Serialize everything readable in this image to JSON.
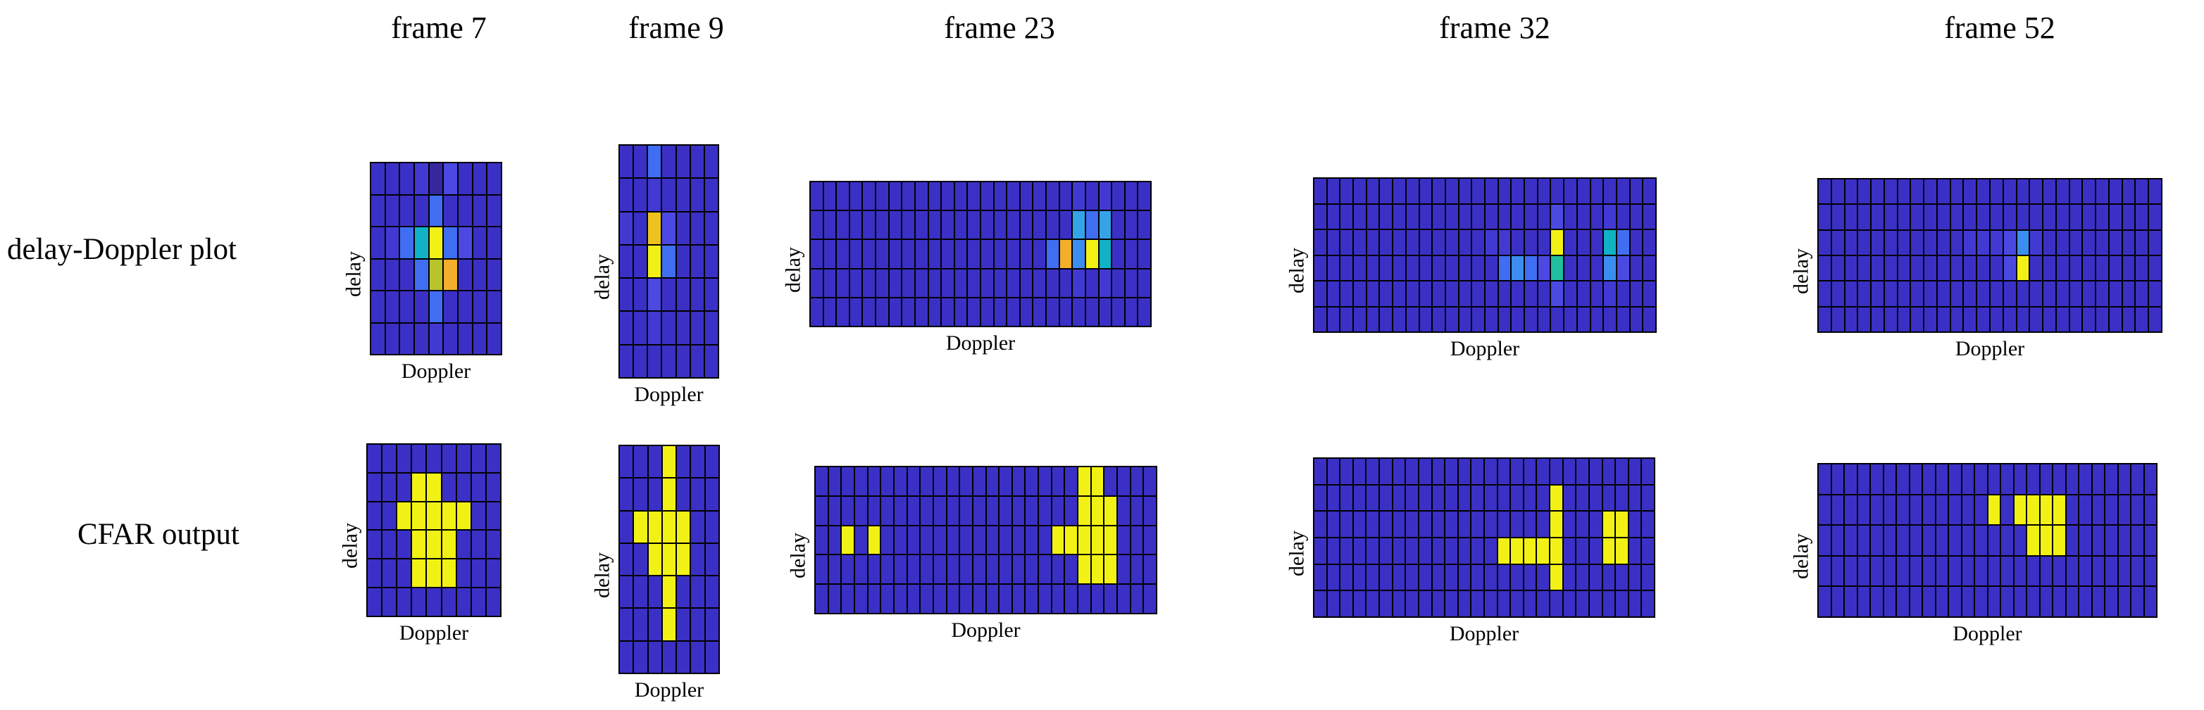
{
  "headers": {
    "items": [
      "frame 7",
      "frame 9",
      "frame 23",
      "frame 32",
      "frame 52"
    ]
  },
  "rows": {
    "dd": "delay-Doppler plot",
    "cfar": "CFAR output"
  },
  "axis": {
    "x_label": "Doppler",
    "y_label": "delay"
  },
  "palette": {
    "base": "#3b30c5",
    "dark": "#35279e",
    "d1": "#4239d3",
    "d2": "#4b49e2",
    "lb": "#3f6ef2",
    "sky": "#3b8ef0",
    "sky2": "#35a3e8",
    "teal": "#12b2c6",
    "green": "#21bf9e",
    "yellow": "#f2f115",
    "olive": "#b9c32a",
    "orange": "#f3ae2b",
    "amber": "#eec21f",
    "gridline": "#000000"
  },
  "chart_data": [
    {
      "id": "f7dd",
      "type": "heatmap",
      "frame": "frame 7",
      "row": "delay-Doppler plot",
      "xlabel": "Doppler",
      "ylabel": "delay",
      "cols": 9,
      "rows": 6,
      "base": "base",
      "cells": [
        [
          0,
          3,
          "d1"
        ],
        [
          0,
          4,
          "dark"
        ],
        [
          0,
          5,
          "d2"
        ],
        [
          1,
          4,
          "lb"
        ],
        [
          2,
          1,
          "d1"
        ],
        [
          2,
          2,
          "lb"
        ],
        [
          2,
          3,
          "teal"
        ],
        [
          2,
          4,
          "yellow"
        ],
        [
          2,
          5,
          "lb"
        ],
        [
          2,
          6,
          "d2"
        ],
        [
          3,
          3,
          "lb"
        ],
        [
          3,
          4,
          "olive"
        ],
        [
          3,
          5,
          "orange"
        ],
        [
          4,
          4,
          "lb"
        ],
        [
          5,
          4,
          "d1"
        ]
      ]
    },
    {
      "id": "f7cf",
      "type": "heatmap",
      "frame": "frame 7",
      "row": "CFAR output",
      "xlabel": "Doppler",
      "ylabel": "delay",
      "cols": 9,
      "rows": 6,
      "base": "base",
      "cells": [
        [
          1,
          3,
          "yellow"
        ],
        [
          1,
          4,
          "yellow"
        ],
        [
          2,
          2,
          "yellow"
        ],
        [
          2,
          3,
          "yellow"
        ],
        [
          2,
          4,
          "yellow"
        ],
        [
          2,
          5,
          "yellow"
        ],
        [
          2,
          6,
          "yellow"
        ],
        [
          3,
          3,
          "yellow"
        ],
        [
          3,
          4,
          "yellow"
        ],
        [
          3,
          5,
          "yellow"
        ],
        [
          4,
          3,
          "yellow"
        ],
        [
          4,
          4,
          "yellow"
        ],
        [
          4,
          5,
          "yellow"
        ]
      ]
    },
    {
      "id": "f9dd",
      "type": "heatmap",
      "frame": "frame 9",
      "row": "delay-Doppler plot",
      "xlabel": "Doppler",
      "ylabel": "delay",
      "cols": 7,
      "rows": 7,
      "base": "base",
      "cells": [
        [
          0,
          2,
          "lb"
        ],
        [
          1,
          2,
          "d1"
        ],
        [
          2,
          0,
          "d1"
        ],
        [
          2,
          2,
          "amber"
        ],
        [
          2,
          3,
          "d2"
        ],
        [
          3,
          2,
          "yellow"
        ],
        [
          3,
          3,
          "lb"
        ],
        [
          4,
          2,
          "d2"
        ],
        [
          5,
          2,
          "d1"
        ]
      ]
    },
    {
      "id": "f9cf",
      "type": "heatmap",
      "frame": "frame 9",
      "row": "CFAR output",
      "xlabel": "Doppler",
      "ylabel": "delay",
      "cols": 7,
      "rows": 7,
      "base": "base",
      "cells": [
        [
          0,
          3,
          "yellow"
        ],
        [
          1,
          3,
          "yellow"
        ],
        [
          2,
          1,
          "yellow"
        ],
        [
          2,
          2,
          "yellow"
        ],
        [
          2,
          3,
          "yellow"
        ],
        [
          2,
          4,
          "yellow"
        ],
        [
          3,
          2,
          "yellow"
        ],
        [
          3,
          3,
          "yellow"
        ],
        [
          3,
          4,
          "yellow"
        ],
        [
          4,
          3,
          "yellow"
        ],
        [
          5,
          3,
          "yellow"
        ]
      ]
    },
    {
      "id": "f23dd",
      "type": "heatmap",
      "frame": "frame 23",
      "row": "delay-Doppler plot",
      "xlabel": "Doppler",
      "ylabel": "delay",
      "cols": 26,
      "rows": 5,
      "base": "base",
      "cells": [
        [
          0,
          20,
          "d1"
        ],
        [
          0,
          22,
          "d1"
        ],
        [
          1,
          20,
          "sky2"
        ],
        [
          1,
          21,
          "lb"
        ],
        [
          1,
          22,
          "sky2"
        ],
        [
          2,
          18,
          "lb"
        ],
        [
          2,
          19,
          "orange"
        ],
        [
          2,
          20,
          "sky"
        ],
        [
          2,
          21,
          "yellow"
        ],
        [
          2,
          22,
          "teal"
        ],
        [
          3,
          20,
          "d1"
        ],
        [
          3,
          22,
          "d1"
        ]
      ]
    },
    {
      "id": "f23cf",
      "type": "heatmap",
      "frame": "frame 23",
      "row": "CFAR output",
      "xlabel": "Doppler",
      "ylabel": "delay",
      "cols": 26,
      "rows": 5,
      "base": "base",
      "cells": [
        [
          0,
          20,
          "yellow"
        ],
        [
          0,
          21,
          "yellow"
        ],
        [
          1,
          20,
          "yellow"
        ],
        [
          1,
          21,
          "yellow"
        ],
        [
          1,
          22,
          "yellow"
        ],
        [
          2,
          2,
          "yellow"
        ],
        [
          2,
          4,
          "yellow"
        ],
        [
          2,
          18,
          "yellow"
        ],
        [
          2,
          19,
          "yellow"
        ],
        [
          2,
          20,
          "yellow"
        ],
        [
          2,
          21,
          "yellow"
        ],
        [
          2,
          22,
          "yellow"
        ],
        [
          3,
          20,
          "yellow"
        ],
        [
          3,
          21,
          "yellow"
        ],
        [
          3,
          22,
          "yellow"
        ]
      ]
    },
    {
      "id": "f32dd",
      "type": "heatmap",
      "frame": "frame 32",
      "row": "delay-Doppler plot",
      "xlabel": "Doppler",
      "ylabel": "delay",
      "cols": 26,
      "rows": 6,
      "base": "base",
      "cells": [
        [
          1,
          18,
          "d2"
        ],
        [
          1,
          22,
          "d1"
        ],
        [
          2,
          13,
          "d1"
        ],
        [
          2,
          14,
          "d1"
        ],
        [
          2,
          18,
          "yellow"
        ],
        [
          2,
          22,
          "teal"
        ],
        [
          2,
          23,
          "lb"
        ],
        [
          3,
          14,
          "lb"
        ],
        [
          3,
          15,
          "sky"
        ],
        [
          3,
          16,
          "lb"
        ],
        [
          3,
          17,
          "d2"
        ],
        [
          3,
          18,
          "green"
        ],
        [
          3,
          22,
          "sky"
        ],
        [
          3,
          23,
          "d2"
        ],
        [
          4,
          18,
          "d2"
        ],
        [
          4,
          22,
          "d1"
        ]
      ]
    },
    {
      "id": "f32cf",
      "type": "heatmap",
      "frame": "frame 32",
      "row": "CFAR output",
      "xlabel": "Doppler",
      "ylabel": "delay",
      "cols": 26,
      "rows": 6,
      "base": "base",
      "cells": [
        [
          1,
          18,
          "yellow"
        ],
        [
          2,
          18,
          "yellow"
        ],
        [
          2,
          22,
          "yellow"
        ],
        [
          2,
          23,
          "yellow"
        ],
        [
          3,
          14,
          "yellow"
        ],
        [
          3,
          15,
          "yellow"
        ],
        [
          3,
          16,
          "yellow"
        ],
        [
          3,
          17,
          "yellow"
        ],
        [
          3,
          18,
          "yellow"
        ],
        [
          3,
          22,
          "yellow"
        ],
        [
          3,
          23,
          "yellow"
        ],
        [
          4,
          18,
          "yellow"
        ]
      ]
    },
    {
      "id": "f52dd",
      "type": "heatmap",
      "frame": "frame 52",
      "row": "delay-Doppler plot",
      "xlabel": "Doppler",
      "ylabel": "delay",
      "cols": 26,
      "rows": 6,
      "base": "base",
      "cells": [
        [
          2,
          11,
          "d1"
        ],
        [
          2,
          12,
          "d1"
        ],
        [
          2,
          13,
          "d1"
        ],
        [
          2,
          14,
          "d2"
        ],
        [
          2,
          15,
          "sky"
        ],
        [
          2,
          16,
          "d1"
        ],
        [
          3,
          14,
          "d2"
        ],
        [
          3,
          15,
          "yellow"
        ]
      ]
    },
    {
      "id": "f52cf",
      "type": "heatmap",
      "frame": "frame 52",
      "row": "CFAR output",
      "xlabel": "Doppler",
      "ylabel": "delay",
      "cols": 26,
      "rows": 5,
      "base": "base",
      "cells": [
        [
          1,
          13,
          "yellow"
        ],
        [
          1,
          15,
          "yellow"
        ],
        [
          1,
          16,
          "yellow"
        ],
        [
          1,
          17,
          "yellow"
        ],
        [
          1,
          18,
          "yellow"
        ],
        [
          2,
          16,
          "yellow"
        ],
        [
          2,
          17,
          "yellow"
        ],
        [
          2,
          18,
          "yellow"
        ]
      ]
    }
  ]
}
